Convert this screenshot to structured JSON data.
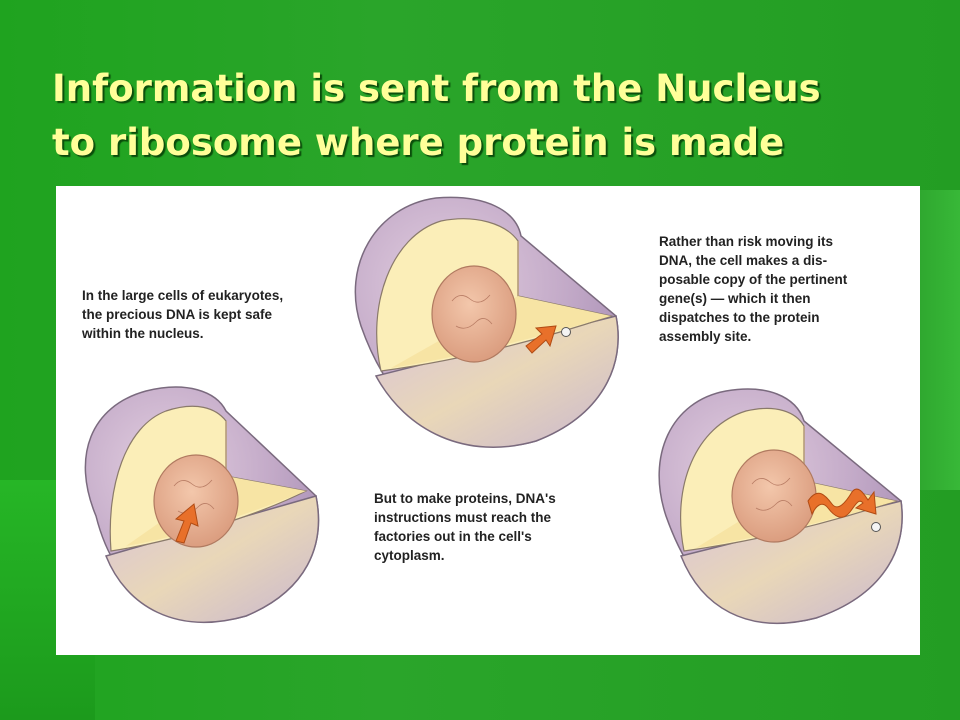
{
  "slide": {
    "title_lines": [
      "Information is sent from the Nucleus",
      "to ribosome where protein is made"
    ],
    "colors": {
      "title": "#ffff99",
      "background": "#2aa52a",
      "shell_outer": "#c9b2cc",
      "cytoplasm": "#fbeeb8",
      "nucleus": "#e8b394",
      "arrow": "#e8702a"
    }
  },
  "figure": {
    "captions": {
      "kept_safe": [
        "In the large cells of eukaryotes,",
        "the precious DNA is kept safe",
        "within the nucleus."
      ],
      "make_proteins": [
        "But to make proteins, DNA's",
        "instructions must reach the",
        "factories out in the cell's",
        "cytoplasm."
      ],
      "disposable_copy": [
        "Rather than risk moving its",
        "DNA, the cell makes a dis-",
        "posable copy of the pertinent",
        "gene(s) — which it then",
        "dispatches to the protein",
        "assembly site."
      ]
    },
    "icons": [
      "cell-cutaway-icon",
      "nucleus-icon",
      "arrow-icon",
      "ribosome-icon"
    ]
  }
}
